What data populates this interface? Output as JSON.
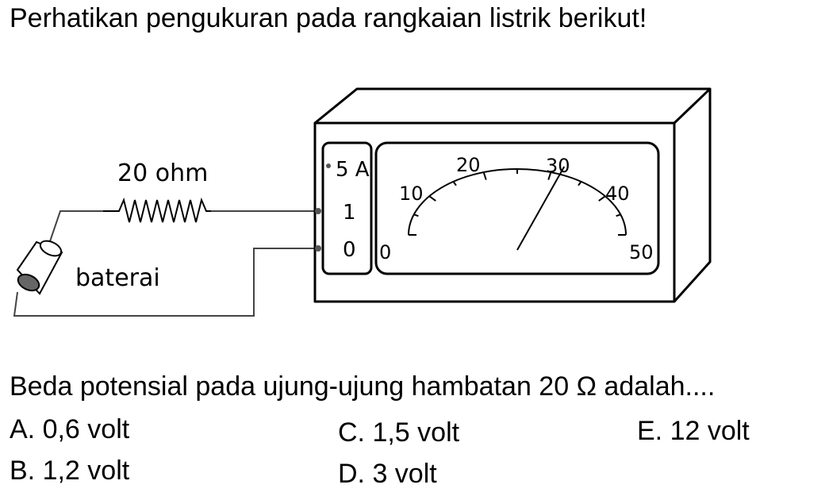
{
  "question": {
    "title": "Perhatikan pengukuran pada rangkaian listrik berikut!",
    "prompt": "Beda potensial pada ujung-ujung hambatan 20 Ω adalah...."
  },
  "diagram": {
    "resistor_label": "20 ohm",
    "battery_label": "baterai",
    "terminals": [
      "5 A",
      "1",
      "0"
    ],
    "scale_labels": [
      "0",
      "10",
      "20",
      "30",
      "40",
      "50"
    ],
    "scale_max": 50,
    "needle_reading": 32
  },
  "options": [
    {
      "text": "A. 0,6 volt"
    },
    {
      "text": "B. 1,2 volt"
    },
    {
      "text": "C. 1,5 volt"
    },
    {
      "text": "D. 3 volt"
    },
    {
      "text": "E. 12 volt"
    }
  ]
}
